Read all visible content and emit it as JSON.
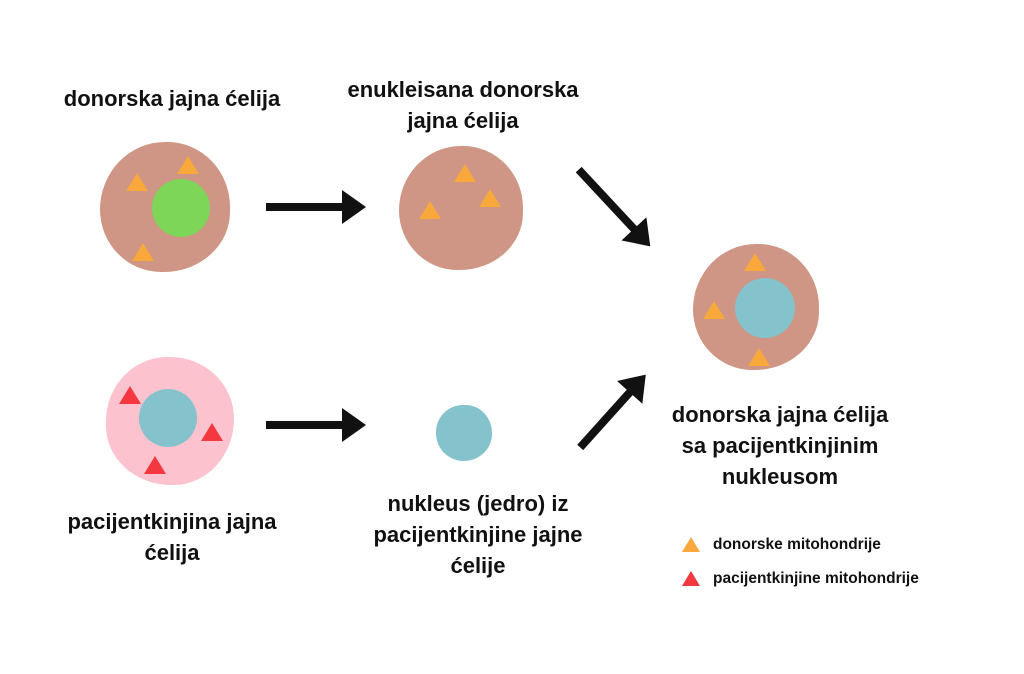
{
  "colors": {
    "background": "#ffffff",
    "text": "#111111",
    "arrow": "#111111",
    "donor_cytoplasm": "#cf9585",
    "donor_nucleus": "#7dd657",
    "patient_cytoplasm": "#fcc2ce",
    "patient_nucleus": "#84c2cc",
    "donor_mitochondria": "#f9a83c",
    "patient_mitochondria": "#f4383f"
  },
  "labels": {
    "donor_cell": "donorska jajna ćelija",
    "enucleated_cell": "enukleisana donorska\njajna ćelija",
    "patient_cell": "pacijentkinjina jajna\nćelija",
    "extracted_nucleus": "nukleus (jedro) iz\npacijentkinjine jajne\nćelije",
    "result_cell": "donorska jajna ćelija\nsa pacijentkinjinim\nnukleusom"
  },
  "legend": {
    "items": [
      {
        "marker": "triangle",
        "color": "#f9a83c",
        "label": "donorske mitohondrije"
      },
      {
        "marker": "triangle",
        "color": "#f4383f",
        "label": "pacijentkinjine mitohondrije"
      }
    ]
  }
}
